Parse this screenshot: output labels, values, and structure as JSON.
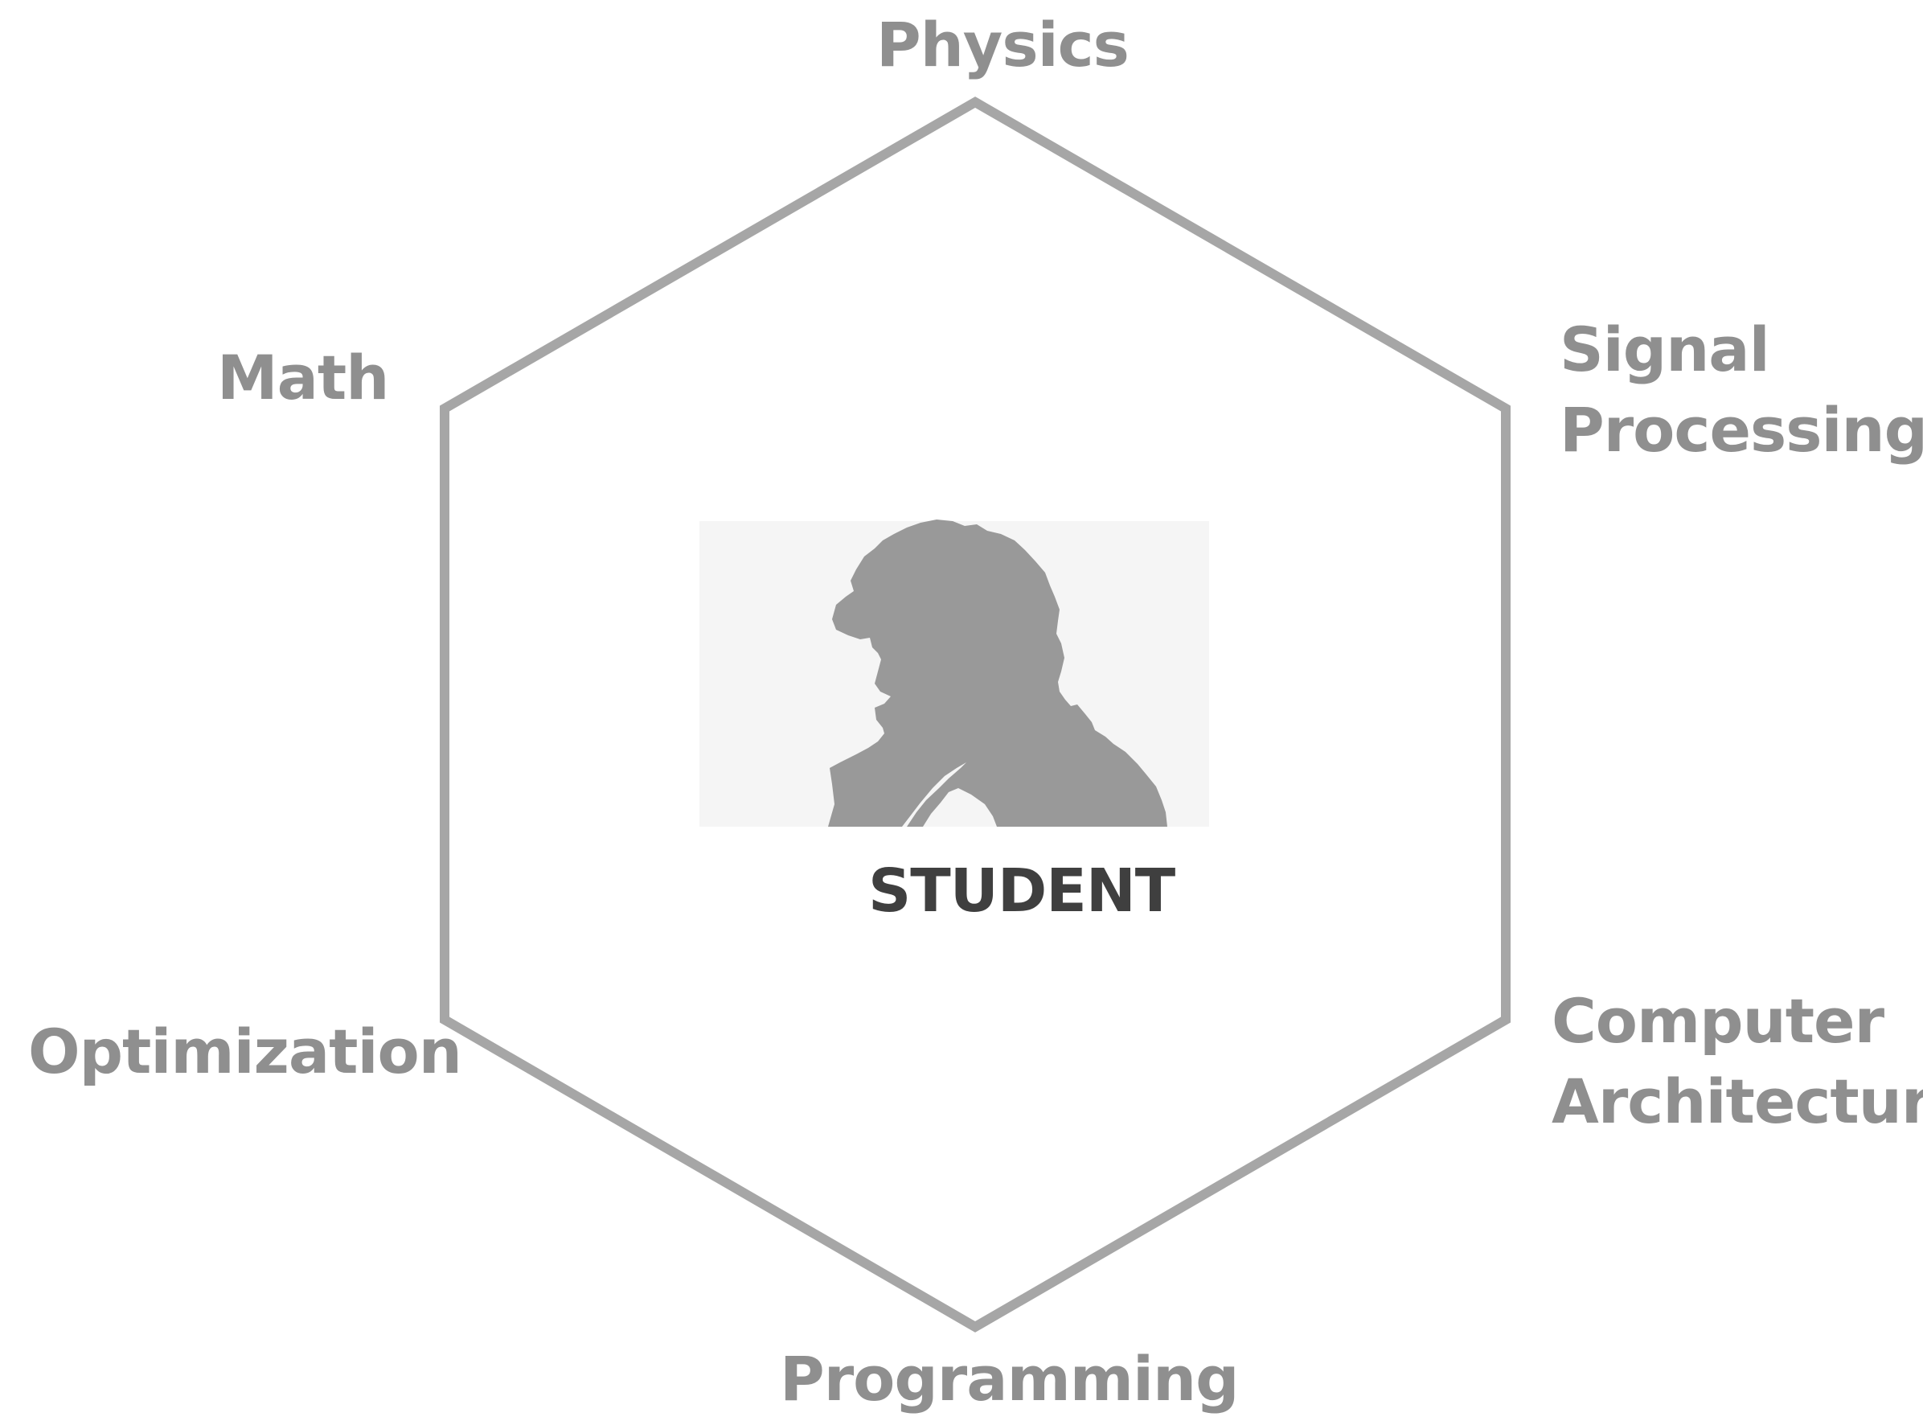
{
  "diagram": {
    "center_label": "STUDENT",
    "fields": {
      "physics": "Physics",
      "math": "Math",
      "signal_processing": [
        "Signal",
        "Processing"
      ],
      "optimization": "Optimization",
      "computer_architecture": [
        "Computer",
        "Architecture"
      ],
      "programming": "Programming"
    },
    "colors": {
      "outline": "#a6a6a6",
      "label": "#8f8f8f",
      "center_label": "#3f3f3f",
      "silhouette": "#999999",
      "photo_background": "#f5f5f5"
    },
    "icons": {
      "center_image": "student-silhouette"
    }
  }
}
